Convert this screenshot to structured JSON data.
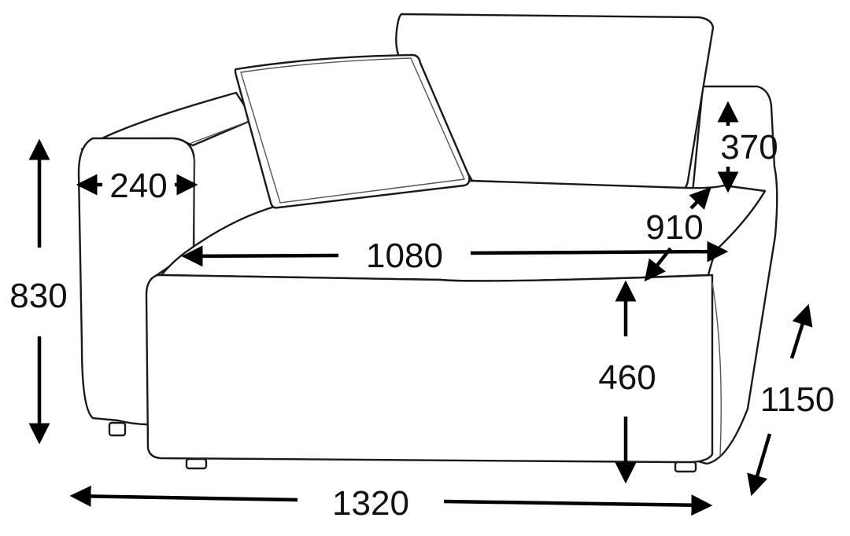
{
  "dimensions": {
    "armrest_width": "240",
    "total_height": "830",
    "seat_width": "1080",
    "seat_depth": "910",
    "backrest_height": "370",
    "seat_height": "460",
    "total_depth": "1150",
    "total_width": "1320"
  },
  "colors": {
    "line": "#1a1a1a",
    "arrow": "#000000",
    "background": "#ffffff"
  }
}
